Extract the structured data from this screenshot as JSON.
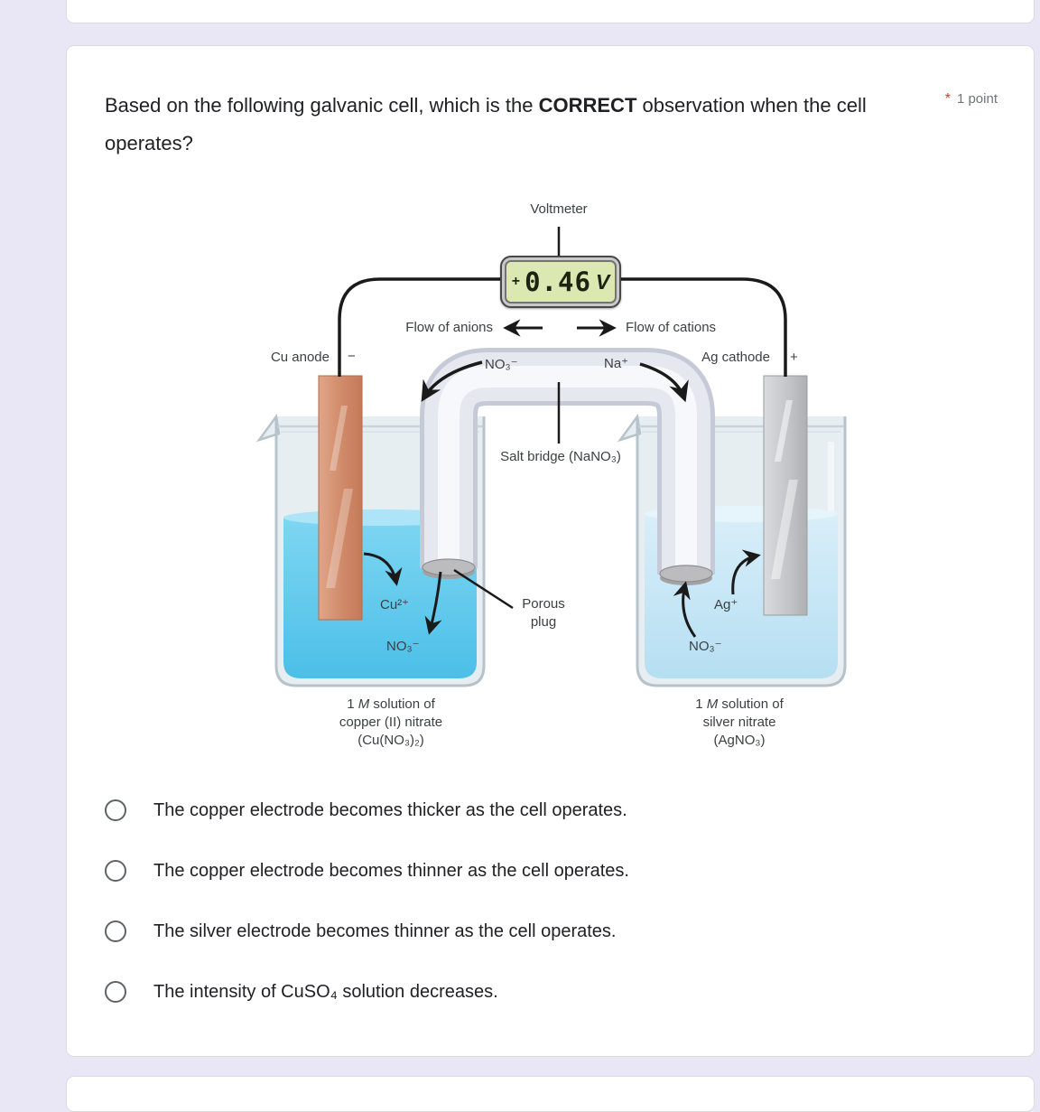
{
  "question": {
    "text_before_bold": "Based on the following galvanic cell, which is the ",
    "bold": "CORRECT",
    "text_after_bold": " observation when the cell operates?",
    "required_asterisk": "*",
    "points": "1 point"
  },
  "diagram": {
    "voltmeter_label": "Voltmeter",
    "voltmeter": {
      "plus": "+",
      "reading": "0.46",
      "unit": "V"
    },
    "flow_anions": "Flow of anions",
    "flow_cations": "Flow of cations",
    "cu_anode": "Cu anode",
    "minus_sign": "−",
    "ag_cathode": "Ag cathode",
    "plus_sign": "+",
    "bridge_no3": "NO₃⁻",
    "bridge_na": "Na⁺",
    "salt_bridge_label": "Salt bridge (NaNO₃)",
    "cu_ion": "Cu²⁺",
    "left_no3": "NO₃⁻",
    "porous_plug_line1": "Porous",
    "porous_plug_line2": "plug",
    "ag_ion": "Ag⁺",
    "right_no3": "NO₃⁻",
    "caption_left": {
      "pre": "1",
      "m": "M",
      "post": "solution of",
      "line2": "copper (II) nitrate",
      "line3": "(Cu(NO₃)₂)"
    },
    "caption_right": {
      "pre": "1",
      "m": "M",
      "post": "solution of",
      "line2": "silver nitrate",
      "line3": "(AgNO₃)"
    },
    "colors": {
      "copper_electrode": "#d08a69",
      "silver_electrode": "#c3c5c8",
      "solution_left": "#5fc8ec",
      "solution_right": "#c9e7f5",
      "voltmeter_display": "#dce8b2",
      "required_red": "#d93025"
    }
  },
  "options": [
    {
      "label": "The copper electrode becomes thicker as the cell operates."
    },
    {
      "label": "The copper electrode becomes thinner as the cell operates."
    },
    {
      "label": "The silver electrode becomes thinner as the cell operates."
    },
    {
      "label": "The intensity of CuSO₄ solution decreases."
    }
  ]
}
